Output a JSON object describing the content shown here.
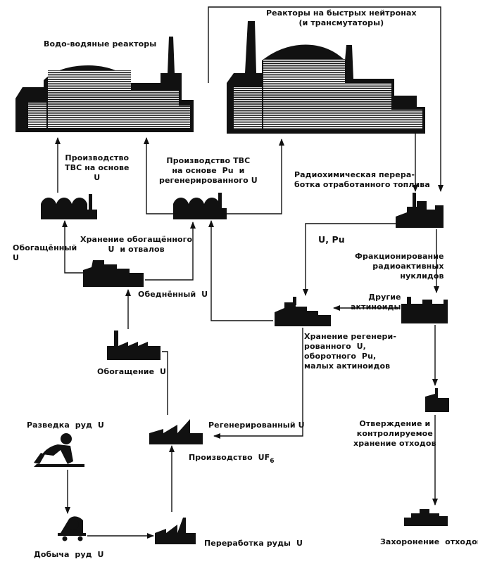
{
  "labels": {
    "water_reactors": "Водо-водяные реакторы",
    "fast_reactors": "Реакторы на быстрых нейтронах\n(и трансмутаторы)",
    "fuel_prod_u": "Производство\nТВС на основе\nU",
    "fuel_prod_pu": "Производство ТВС\nна основе  Pu  и\nрегенерированного U",
    "radiochem": "Радиохимическая перера-\nботка отработанного топлива",
    "u_pu": "U, Pu",
    "enriched_u": "Обогащённый\nU",
    "storage_enriched": "Хранение обогащённого\nU  и отвалов",
    "fractionation": "Фракционирование\nрадиоактивных\nнуклидов",
    "depleted_u": "Обеднённый  U",
    "other_actinides": "Другие\nактиноиды",
    "enrichment": "Обогащение  U",
    "storage_regen": "Хранение регенери-\nрованного  U,\nоборотного  Pu,\nмалых актиноидов",
    "exploration": "Разведка  руд  U",
    "regenerated_u": "Регенерированный U",
    "solidification": "Отверждение и\nконтролируемое\nхранение отходов",
    "uf6": "Производство  UF",
    "uf6_sub": "6",
    "ore_processing": "Переработка руды  U",
    "mining": "Добыча  руд  U",
    "burial": "Захоронение  отходов"
  },
  "icons": {
    "water_reactor": "water-water-reactor-building-icon",
    "fast_reactor": "fast-neutron-reactor-building-icon",
    "factory": "factory-icon",
    "miner": "miner-figure-icon",
    "mine_cart": "mine-cart-icon"
  },
  "colors": {
    "ink": "#111111",
    "paper": "#ffffff"
  }
}
